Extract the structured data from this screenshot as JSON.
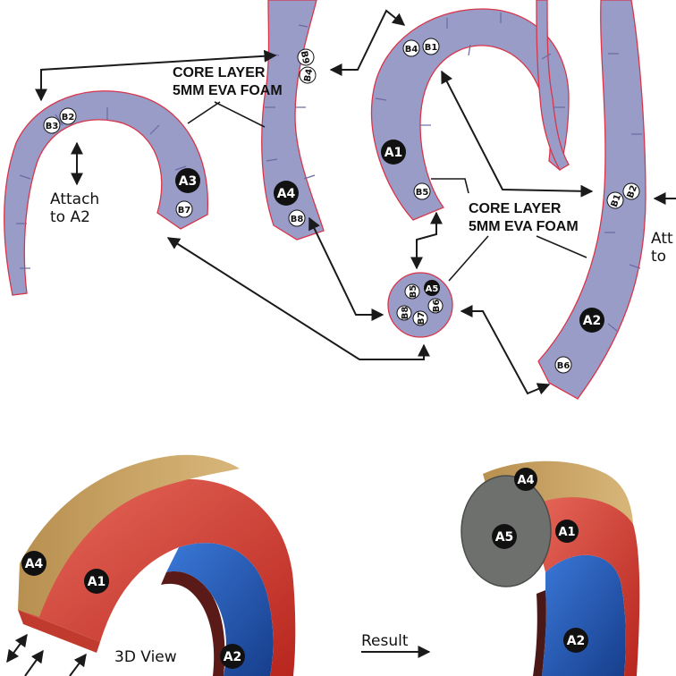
{
  "colors": {
    "piece_fill": "#9a9cc8",
    "piece_stroke": "#d8354a",
    "arrow": "#1a1a1a",
    "badge": "#111111",
    "foam_red": "#d9443a",
    "foam_blue": "#2458b8",
    "foam_tan": "#c9a567",
    "foam_grey": "#6e706e"
  },
  "pieces": {
    "a1": "A1",
    "a2": "A2",
    "a3": "A3",
    "a4": "A4",
    "a5": "A5"
  },
  "pins": {
    "b1": "B1",
    "b2": "B2",
    "b3": "B3",
    "b4": "B4",
    "b5": "B5",
    "b6": "B6",
    "b7": "B7",
    "b8": "B8",
    "b9": "B9"
  },
  "labels": {
    "core_line1": "CORE LAYER",
    "core_line2": "5MM EVA FOAM",
    "attach_line1": "Attach",
    "attach_line2": "to A2",
    "attach_right_line1": "Att",
    "attach_right_line2": "to",
    "view_3d": "3D View",
    "result": "Result"
  }
}
